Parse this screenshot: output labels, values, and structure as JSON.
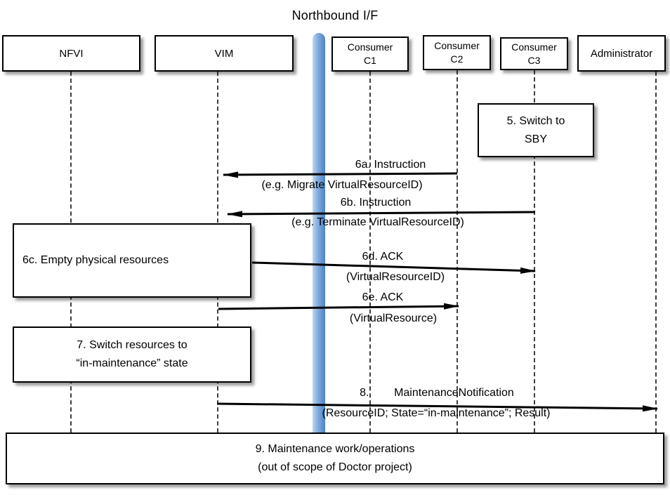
{
  "title": "Northbound I/F",
  "actors": [
    {
      "label": "NFVI"
    },
    {
      "label": "VIM"
    },
    {
      "label": "Consumer\nC1"
    },
    {
      "label": "Consumer\nC2"
    },
    {
      "label": "Consumer\nC3"
    },
    {
      "label": "Administrator"
    }
  ],
  "notes": {
    "switch_to_sby": "5. Switch to\nSBY",
    "empty_physical": "6c. Empty physical resources",
    "switch_resources": "7. Switch resources to\n“in-maintenance” state",
    "maintenance_work": "9. Maintenance work/operations\n(out of scope of Doctor project)"
  },
  "messages": {
    "m6a": {
      "label": "6a. Instruction",
      "detail": "(e.g. Migrate VirtualResourceID)"
    },
    "m6b": {
      "label": "6b. Instruction",
      "detail": "(e.g. Terminate VirtualResourceID)"
    },
    "m6d": {
      "label": "6d. ACK",
      "detail": "(VirtualResourceID)"
    },
    "m6e": {
      "label": "6e. ACK",
      "detail": "(VirtualResource)"
    },
    "m8": {
      "label": "8.        MaintenanceNotification",
      "detail": "(ResourceID; State=“in-maintenance”; Result)"
    }
  }
}
